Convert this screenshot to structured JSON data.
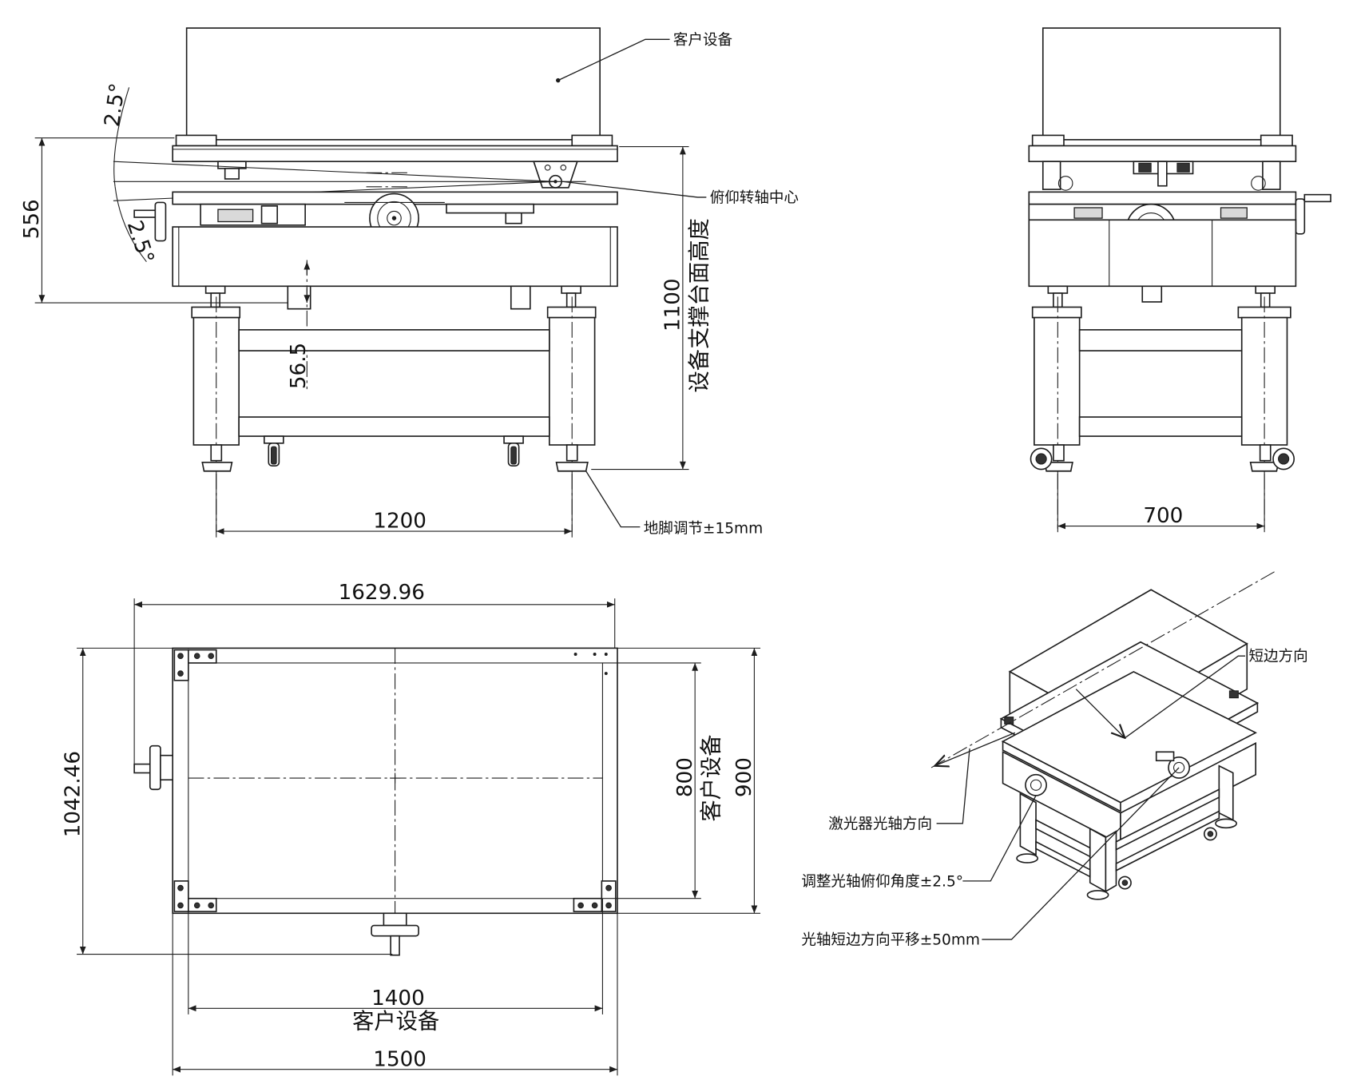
{
  "front_view": {
    "label_customer_equipment": "客户设备",
    "label_pitch_axis_center": "俯仰转轴中心",
    "label_support_height": "设备支撑台面高度",
    "label_foot_adjust": "地脚调节±15mm",
    "dim_angle_top": "2.5°",
    "dim_angle_bottom": "2.5°",
    "dim_556": "556",
    "dim_56_5": "56.5",
    "dim_1100": "1100",
    "dim_1200": "1200"
  },
  "side_view": {
    "dim_700": "700"
  },
  "top_view": {
    "dim_1629_96": "1629.96",
    "dim_1042_46": "1042.46",
    "dim_800": "800",
    "label_customer_equipment_v": "客户设备",
    "dim_900": "900",
    "dim_1400": "1400",
    "label_customer_equipment_h": "客户设备",
    "dim_1500": "1500"
  },
  "iso_view": {
    "label_short_side": "短边方向",
    "label_laser_axis": "激光器光轴方向",
    "label_pitch_adjust": "调整光轴俯仰角度±2.5°",
    "label_shift": "光轴短边方向平移±50mm"
  }
}
